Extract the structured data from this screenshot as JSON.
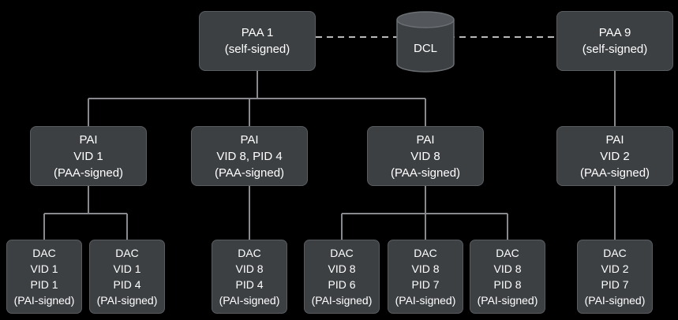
{
  "colors": {
    "background": "#000000",
    "node_fill": "#3c4043",
    "node_border": "#595d61",
    "node_text": "#ffffff",
    "connector": "#87898c",
    "dashed_connector": "#b9b9b9"
  },
  "nodes": {
    "paa1": {
      "lines": [
        "PAA 1",
        "(self-signed)"
      ]
    },
    "dcl": {
      "lines": [
        "DCL"
      ]
    },
    "paa9": {
      "lines": [
        "PAA 9",
        "(self-signed)"
      ]
    },
    "pai_vid1": {
      "lines": [
        "PAI",
        "VID 1",
        "(PAA-signed)"
      ]
    },
    "pai_vid8_pid4": {
      "lines": [
        "PAI",
        "VID 8, PID 4",
        "(PAA-signed)"
      ]
    },
    "pai_vid8": {
      "lines": [
        "PAI",
        "VID 8",
        "(PAA-signed)"
      ]
    },
    "pai_vid2": {
      "lines": [
        "PAI",
        "VID 2",
        "(PAA-signed)"
      ]
    },
    "dac_vid1_pid1": {
      "lines": [
        "DAC",
        "VID 1",
        "PID 1",
        "(PAI-signed)"
      ]
    },
    "dac_vid1_pid4": {
      "lines": [
        "DAC",
        "VID 1",
        "PID 4",
        "(PAI-signed)"
      ]
    },
    "dac_vid8_pid4": {
      "lines": [
        "DAC",
        "VID 8",
        "PID 4",
        "(PAI-signed)"
      ]
    },
    "dac_vid8_pid6": {
      "lines": [
        "DAC",
        "VID 8",
        "PID 6",
        "(PAI-signed)"
      ]
    },
    "dac_vid8_pid7": {
      "lines": [
        "DAC",
        "VID 8",
        "PID 7",
        "(PAI-signed)"
      ]
    },
    "dac_vid8_pid8": {
      "lines": [
        "DAC",
        "VID 8",
        "PID 8",
        "(PAI-signed)"
      ]
    },
    "dac_vid2_pid7": {
      "lines": [
        "DAC",
        "VID 2",
        "PID 7",
        "(PAI-signed)"
      ]
    }
  }
}
